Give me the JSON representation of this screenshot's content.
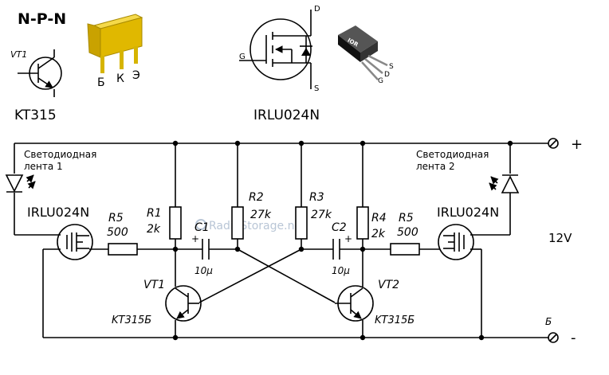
{
  "header": {
    "npn_title": "N-P-N",
    "vt1_symbol_label": "VT1",
    "kt315_label": "KT315",
    "pin_b": "Б",
    "pin_k": "К",
    "pin_e": "Э",
    "irlu_label": "IRLU024N",
    "mosfet_d": "D",
    "mosfet_g": "G",
    "mosfet_s": "S",
    "pkg_s": "S",
    "pkg_d": "D",
    "pkg_g": "G",
    "pkg_logo": "IOR"
  },
  "watermark": "RadioStorage.net",
  "schematic": {
    "plus_sign": "+",
    "minus_sign": "-",
    "ground_label": "Б",
    "supply_voltage": "12V",
    "led_strip_1": [
      "Светодиодная",
      "лента 1"
    ],
    "led_strip_2": [
      "Светодиодная",
      "лента 2"
    ],
    "left_mosfet": "IRLU024N",
    "right_mosfet": "IRLU024N",
    "r5_left_name": "R5",
    "r5_left_value": "500",
    "r5_right_name": "R5",
    "r5_right_value": "500",
    "r1_name": "R1",
    "r1_value": "2k",
    "r2_name": "R2",
    "r2_value": "27k",
    "r3_name": "R3",
    "r3_value": "27k",
    "r4_name": "R4",
    "r4_value": "2k",
    "c1_name": "C1",
    "c1_value": "10µ",
    "c1_polarity": "+",
    "c2_name": "C2",
    "c2_value": "10µ",
    "c2_polarity": "+",
    "vt1_name": "VT1",
    "vt1_type": "KT315Б",
    "vt2_name": "VT2",
    "vt2_type": "KT315Б"
  },
  "colors": {
    "package_yellow": "#e8c000",
    "package_black": "#222222",
    "watermark": "#b9c6d6"
  }
}
